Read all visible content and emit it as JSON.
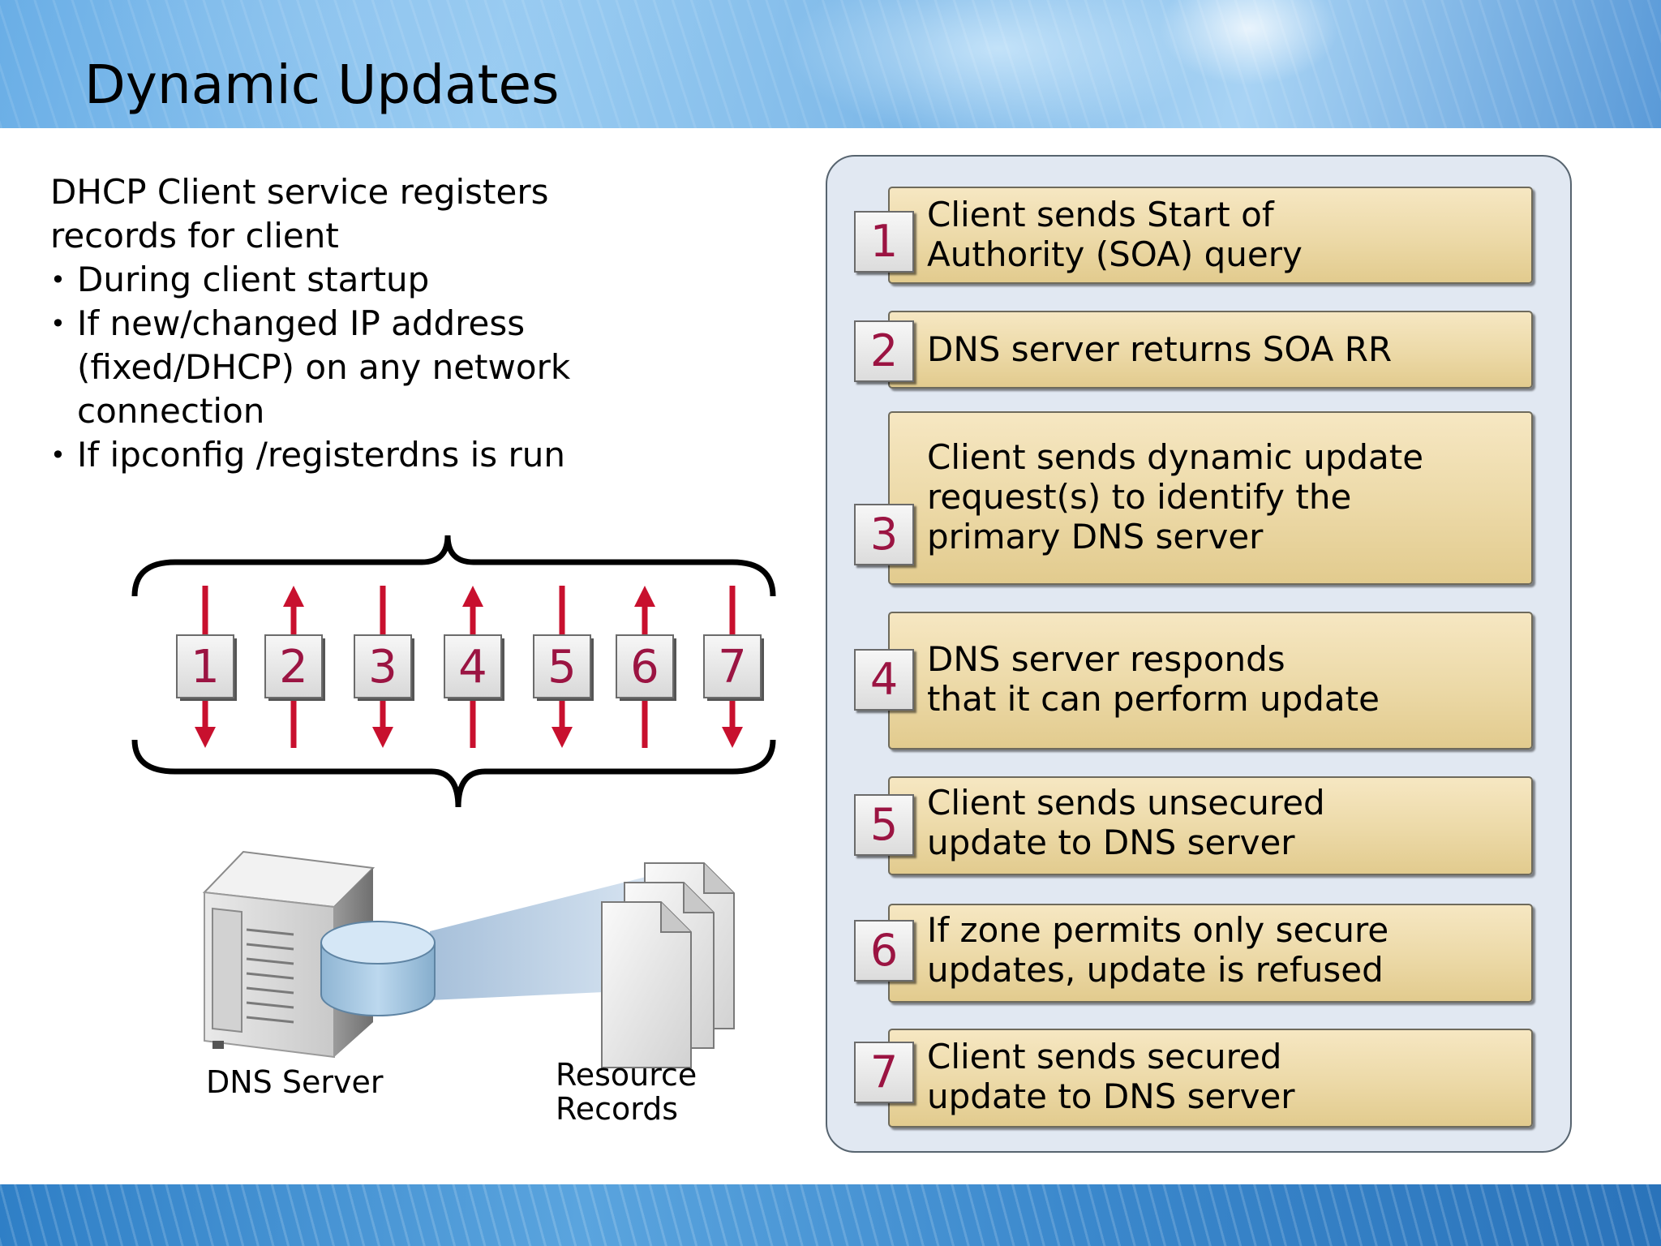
{
  "title": "Dynamic Updates",
  "intro": {
    "lines": [
      "DHCP Client service registers",
      "records for client"
    ],
    "bullets": [
      [
        "During client startup"
      ],
      [
        "If new/changed IP address",
        "(fixed/DHCP) on any network",
        "connection"
      ],
      [
        "If ipconfig /registerdns is run"
      ]
    ]
  },
  "diagram": {
    "exchanges": [
      {
        "number": "1",
        "direction": "down"
      },
      {
        "number": "2",
        "direction": "up"
      },
      {
        "number": "3",
        "direction": "down"
      },
      {
        "number": "4",
        "direction": "up"
      },
      {
        "number": "5",
        "direction": "down"
      },
      {
        "number": "6",
        "direction": "up"
      },
      {
        "number": "7",
        "direction": "down"
      }
    ],
    "dns_server_label": "DNS Server",
    "resource_records_label": [
      "Resource",
      "Records"
    ]
  },
  "steps": [
    {
      "number": "1",
      "lines": [
        "Client sends Start of",
        "Authority (SOA) query"
      ]
    },
    {
      "number": "2",
      "lines": [
        "DNS server returns SOA RR"
      ]
    },
    {
      "number": "3",
      "lines": [
        "Client sends dynamic update",
        "request(s) to identify the",
        "primary DNS server"
      ]
    },
    {
      "number": "4",
      "lines": [
        "DNS server responds",
        "that it can perform update"
      ]
    },
    {
      "number": "5",
      "lines": [
        "Client sends unsecured",
        "update to DNS server"
      ]
    },
    {
      "number": "6",
      "lines": [
        "If zone permits only secure",
        "updates, update is refused"
      ]
    },
    {
      "number": "7",
      "lines": [
        "Client sends secured",
        "update to DNS server"
      ]
    }
  ],
  "colors": {
    "accent": "#9b1442",
    "arrow": "#c8102e",
    "step_fill": "#ecd9a7",
    "panel_fill": "#e1e8f2"
  }
}
